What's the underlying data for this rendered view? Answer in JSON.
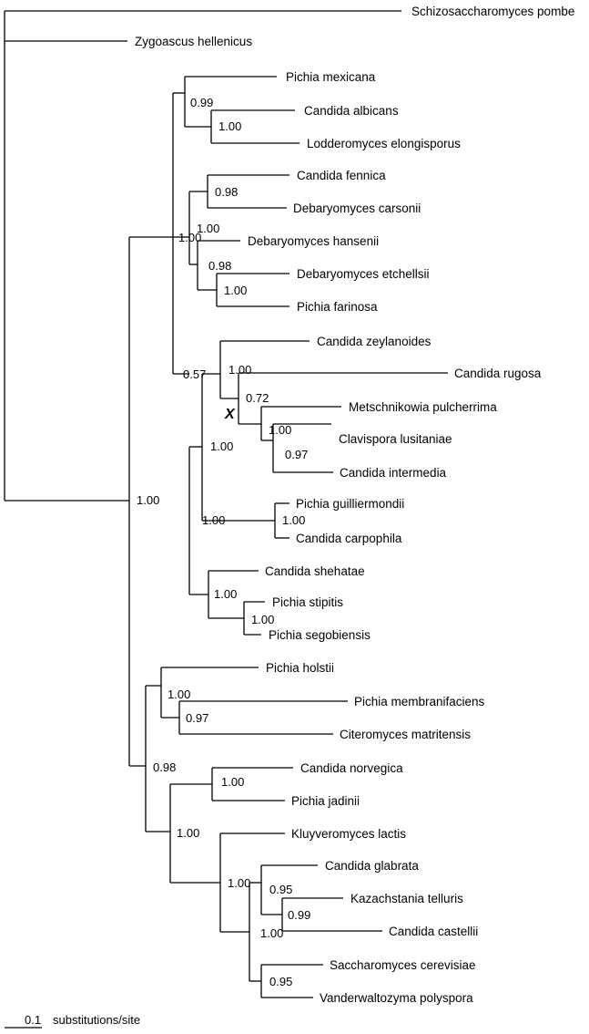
{
  "taxa": {
    "schizo": "Schizosaccharomyces pombe",
    "zygo": "Zygoascus hellenicus",
    "p_mex": "Pichia mexicana",
    "c_alb": "Candida albicans",
    "lodd": "Lodderomyces elongisporus",
    "c_fen": "Candida fennica",
    "d_car": "Debaryomyces carsonii",
    "d_han": "Debaryomyces hansenii",
    "d_etc": "Debaryomyces etchellsii",
    "p_far": "Pichia farinosa",
    "c_zey": "Candida zeylanoides",
    "c_rug": "Candida rugosa",
    "metsch": "Metschnikowia pulcherrima",
    "clavis": "Clavispora lusitaniae",
    "c_int": "Candida intermedia",
    "p_gui": "Pichia guilliermondii",
    "c_car": "Candida carpophila",
    "c_she": "Candida shehatae",
    "p_sti": "Pichia stipitis",
    "p_seg": "Pichia segobiensis",
    "p_hol": "Pichia holstii",
    "p_mem": "Pichia membranifaciens",
    "cit": "Citeromyces matritensis",
    "c_nor": "Candida norvegica",
    "p_jad": "Pichia jadinii",
    "kluy": "Kluyveromyces lactis",
    "c_gla": "Candida glabrata",
    "kaz": "Kazachstania telluris",
    "c_cas": "Candida castellii",
    "sacc": "Saccharomyces cerevisiae",
    "vand": "Vanderwaltozyma polyspora"
  },
  "supports": {
    "root_in": "1.00",
    "mex_alb_lodd": "0.99",
    "alb_lodd": "1.00",
    "fen_car": "0.98",
    "deb_group": "1.00",
    "deb_outer": "1.00",
    "etc_far": "0.98",
    "far": "1.00",
    "big_clade": "0.57",
    "zey_group": "1.00",
    "rug_group": "1.00",
    "metsch_group": "0.72",
    "clav_group": "1.00",
    "clav_int": "0.97",
    "gui_car": "1.00",
    "gui_car_inner": "1.00",
    "she_group": "1.00",
    "sti_seg": "1.00",
    "hol_group": "1.00",
    "mem_cit": "0.97",
    "lower_clade": "0.98",
    "nor_jad": "1.00",
    "kluy_group": "1.00",
    "gla_group": "1.00",
    "kaz_group": "0.95",
    "kaz_cas": "0.99",
    "sacc_group": "1.00",
    "sacc_vand": "0.95"
  },
  "marker": "X",
  "scale": {
    "value": "0.1",
    "label": "substitutions/site"
  }
}
